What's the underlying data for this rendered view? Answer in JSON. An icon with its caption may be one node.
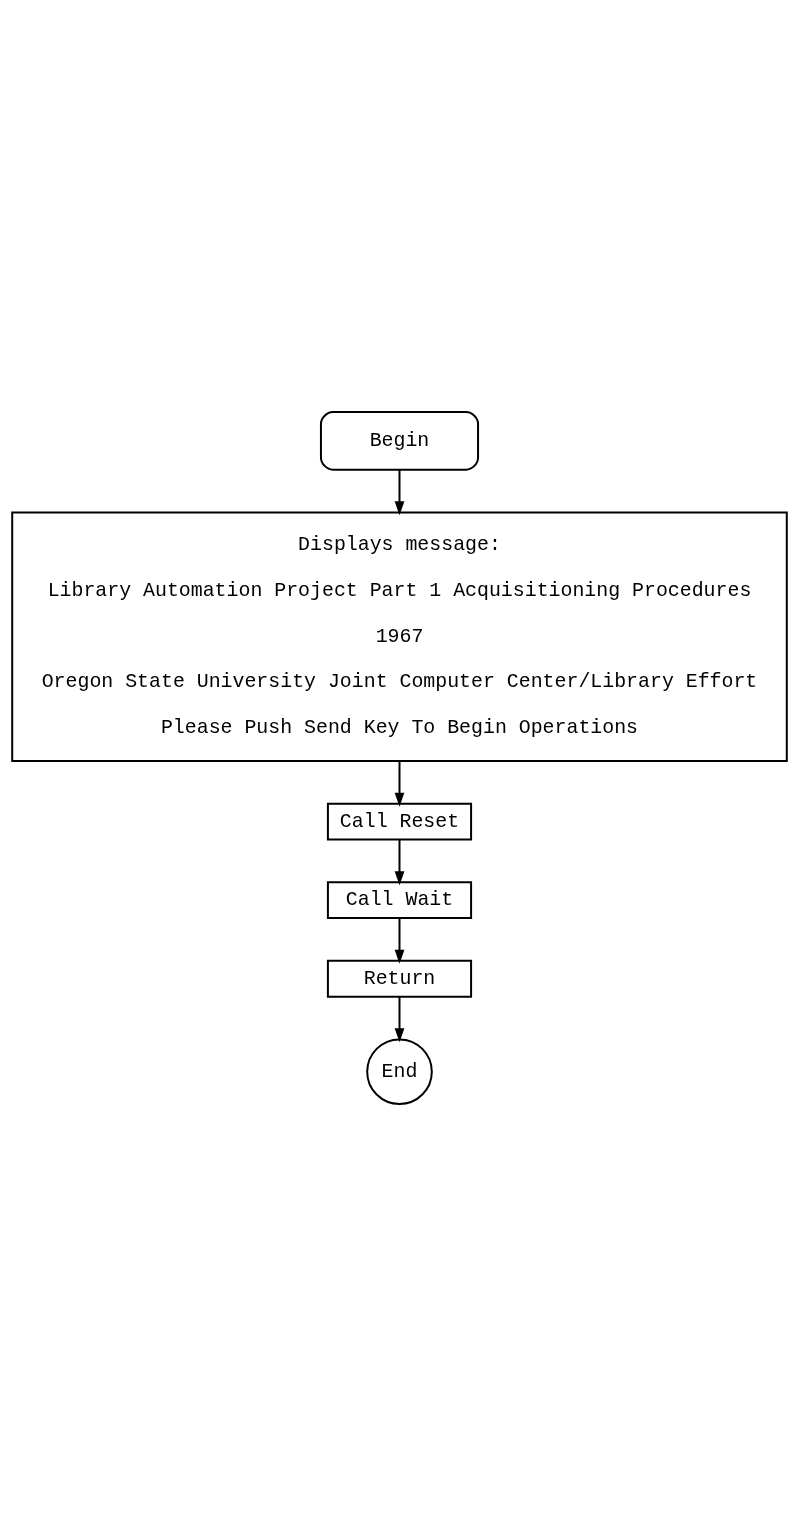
{
  "diagram": {
    "nodes": [
      {
        "text": [
          "Begin"
        ]
      },
      {
        "text": [
          "Displays message:",
          "Library Automation Project Part 1 Acquisitioning Procedures",
          "1967",
          "Oregon State University Joint Computer Center/Library Effort",
          "Please Push Send Key To Begin Operations"
        ]
      },
      {
        "text": [
          "Call Reset"
        ]
      },
      {
        "text": [
          "Call Wait"
        ]
      },
      {
        "text": [
          "Return"
        ]
      },
      {
        "text": [
          "End"
        ]
      }
    ],
    "edges": [
      {
        "from": 0,
        "to": 1,
        "arrow": "to"
      },
      {
        "from": 1,
        "to": 2,
        "arrow": "to"
      },
      {
        "from": 2,
        "to": 3,
        "arrow": "to"
      },
      {
        "from": 3,
        "to": 4,
        "arrow": "to"
      },
      {
        "from": 4,
        "to": 5,
        "arrow": "to"
      }
    ]
  }
}
